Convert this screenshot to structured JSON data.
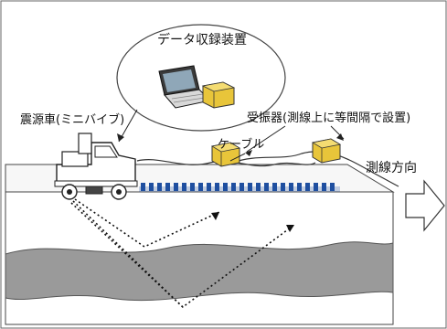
{
  "labels": {
    "data_recorder": "データ収録装置",
    "source_vehicle": "震源車(ミニバイブ)",
    "receivers": "受振器(測線上に等間隔で設置)",
    "cable": "ケーブル",
    "survey_direction": "測線方向"
  },
  "colors": {
    "geophone": "#1f4fa0",
    "ground_surface": "#ffffff",
    "layer": "#9a9a9a",
    "recorder_yellow": "#e8c53a",
    "outline": "#222222"
  }
}
